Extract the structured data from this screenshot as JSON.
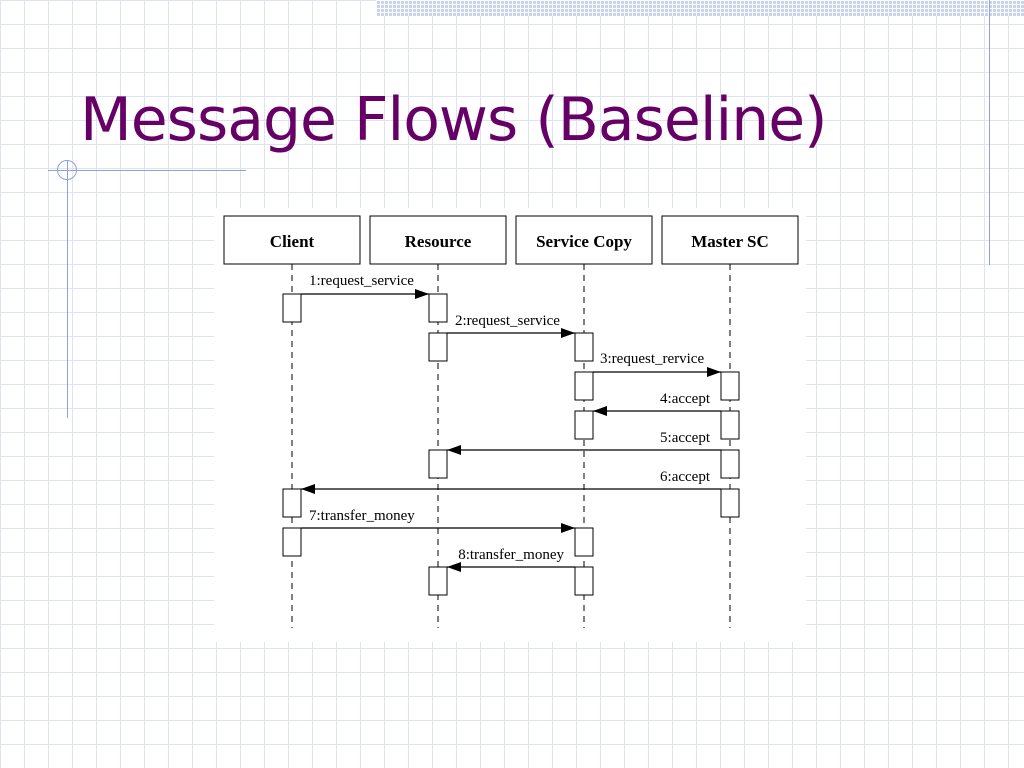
{
  "slide": {
    "title": "Message Flows (Baseline)"
  },
  "diagram": {
    "participants": [
      {
        "id": "client",
        "label": "Client"
      },
      {
        "id": "resource",
        "label": "Resource"
      },
      {
        "id": "service_copy",
        "label": "Service Copy"
      },
      {
        "id": "master_sc",
        "label": "Master SC"
      }
    ],
    "messages": [
      {
        "label": "1:request_service",
        "from": "client",
        "to": "resource"
      },
      {
        "label": "2:request_service",
        "from": "resource",
        "to": "service_copy"
      },
      {
        "label": "3:request_rervice",
        "from": "service_copy",
        "to": "master_sc"
      },
      {
        "label": "4:accept",
        "from": "master_sc",
        "to": "service_copy"
      },
      {
        "label": "5:accept",
        "from": "master_sc",
        "to": "resource"
      },
      {
        "label": "6:accept",
        "from": "master_sc",
        "to": "client"
      },
      {
        "label": "7:transfer_money",
        "from": "client",
        "to": "service_copy"
      },
      {
        "label": "8:transfer_money",
        "from": "service_copy",
        "to": "resource"
      }
    ]
  }
}
